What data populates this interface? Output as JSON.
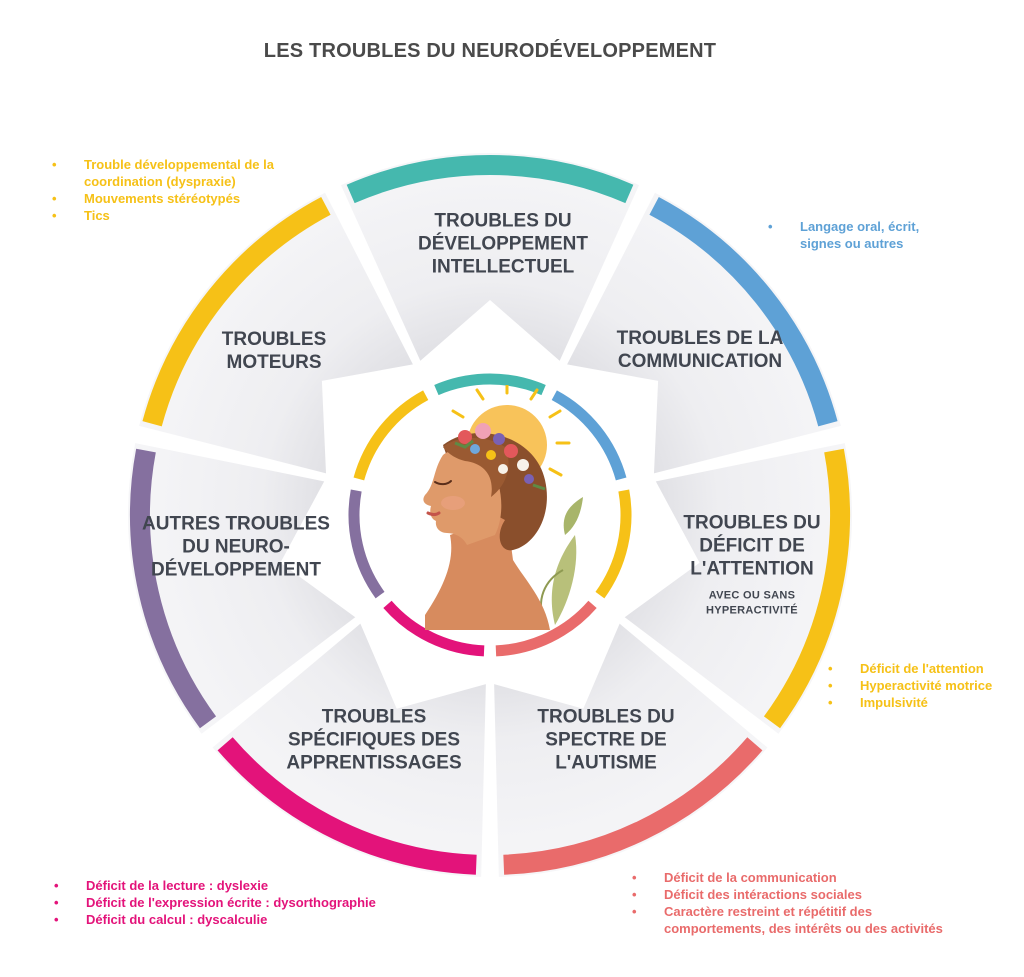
{
  "title": "LES TROUBLES DU NEURODÉVELOPPEMENT",
  "colors": {
    "teal": "#45b8ae",
    "blue": "#5ea1d6",
    "yellow": "#f6c117",
    "salmon": "#e96b6b",
    "magenta": "#e3137a",
    "purple": "#85709f",
    "segment_fill": "#f1f1f3",
    "text_dark": "#414650"
  },
  "segments": [
    {
      "key": "intellectuel",
      "label_lines": [
        "TROUBLES DU",
        "DÉVELOPPEMENT",
        "INTELLECTUEL"
      ],
      "sub": "",
      "color": "teal"
    },
    {
      "key": "communication",
      "label_lines": [
        "TROUBLES DE LA",
        "COMMUNICATION"
      ],
      "sub": "",
      "color": "blue"
    },
    {
      "key": "attention",
      "label_lines": [
        "TROUBLES DU",
        "DÉFICIT DE",
        "L'ATTENTION"
      ],
      "sub": "AVEC OU SANS HYPERACTIVITÉ",
      "color": "yellow"
    },
    {
      "key": "autisme",
      "label_lines": [
        "TROUBLES DU",
        "SPECTRE DE",
        "L'AUTISME"
      ],
      "sub": "",
      "color": "salmon"
    },
    {
      "key": "apprentissages",
      "label_lines": [
        "TROUBLES",
        "SPÉCIFIQUES DES",
        "APPRENTISSAGES"
      ],
      "sub": "",
      "color": "magenta"
    },
    {
      "key": "autres",
      "label_lines": [
        "AUTRES TROUBLES",
        "DU NEURO-",
        "DÉVELOPPEMENT"
      ],
      "sub": "",
      "color": "purple"
    },
    {
      "key": "moteurs",
      "label_lines": [
        "TROUBLES",
        "MOTEURS"
      ],
      "sub": "",
      "color": "yellow"
    }
  ],
  "notes": {
    "moteurs": [
      "Trouble développemental de la coordination (dyspraxie)",
      "Mouvements stéréotypés",
      "Tics"
    ],
    "communication": [
      "Langage oral, écrit, signes ou autres"
    ],
    "attention": [
      "Déficit de l'attention",
      "Hyperactivité motrice",
      "Impulsivité"
    ],
    "autisme": [
      "Déficit de la communication",
      "Déficit des intéractions sociales",
      "Caractère restreint et répétitif des comportements, des intérêts ou des activités"
    ],
    "apprentissages": [
      "Déficit de la lecture : dyslexie",
      "Déficit de l'expression écrite : dysorthographie",
      "Déficit du calcul : dyscalculie"
    ]
  },
  "portrait": {
    "icon": "woman-profile-with-flower-crown-icon"
  }
}
